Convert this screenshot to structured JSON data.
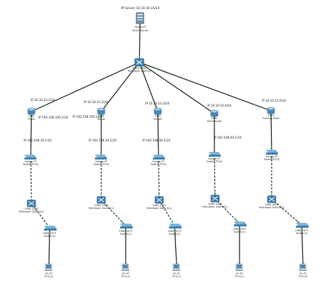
{
  "server": {
    "ip_label": "IP Server 10.10.10.15/24",
    "model": "Server-PT",
    "name": "DHCP Server"
  },
  "core": {
    "model": "3560-24PS",
    "name": "Multilayer Switch0"
  },
  "branches": [
    {
      "wan_ip": "IP 10.10.10.1/24",
      "lan_ip": "IP 192.168.100.1/24",
      "router_model": "1941",
      "router_name": "Pusat",
      "vlan_ip": "IP 192.168.10.1/24",
      "switch_model": "Switch-PT",
      "switch_name": "Switch-PT(0)",
      "ml_model": "3560-24PS",
      "ml_name": "Multilayer Switch(0)",
      "access_model": "2960-24TT",
      "access_name": "Switch(0)",
      "pc_model": "PC-PT",
      "pc_name": "PC1(0)"
    },
    {
      "wan_ip": "IP 10.10.10.2/24",
      "lan_ip": "IP 192.168.100.2/24",
      "router_model": "1941",
      "router_name": "Ngawi",
      "vlan_ip": "IP 192.168.20.1/24",
      "switch_model": "Switch-PT",
      "switch_name": "Switch-PT(0)",
      "ml_model": "3560-24PS",
      "ml_name": "Multilayer Switch(1)",
      "access_model": "2960-24TT",
      "access_name": "Switch(1)",
      "pc_model": "PC-PT",
      "pc_name": "PC1(2)"
    },
    {
      "wan_ip": "IP 10.10.10.3/24",
      "lan_ip": "IP 192.168.30.1/24",
      "router_model": "1941",
      "router_name": "Sragen",
      "vlan_ip": "",
      "switch_model": "Switch-PT",
      "switch_name": "Switch-PT(0)",
      "ml_model": "3560-24PS",
      "ml_name": "Multilayer Switch(1)",
      "access_model": "2960-24TT",
      "access_name": "Switch(1)",
      "pc_model": "PC-PT",
      "pc_name": "PC1(1)"
    },
    {
      "wan_ip": "IP 10.10.10.4/24",
      "lan_ip": "IP 192.168.40.1/24",
      "router_model": "1941",
      "router_name": "Kulonprogo",
      "vlan_ip": "",
      "switch_model": "Switch-PT",
      "switch_name": "Switch-PT(0)",
      "ml_model": "3560-24PS",
      "ml_name": "Multilayer Switch(2)",
      "access_model": "2960-24TT",
      "access_name": "Switch(2)",
      "pc_model": "PC-PT",
      "pc_name": "PC1(1)"
    },
    {
      "wan_ip": "IP 10.10.10.5/24",
      "lan_ip": "",
      "router_model": "1941",
      "router_name": "Gunung Kidul",
      "vlan_ip": "",
      "switch_model": "Switch-PT",
      "switch_name": "Switch-PT(0)",
      "ml_model": "3560-24PS",
      "ml_name": "Multilayer Switch(3)",
      "access_model": "2960-24TT",
      "access_name": "Switch(3)",
      "pc_model": "PC-PT",
      "pc_name": "PC1(3)"
    }
  ],
  "colors": {
    "link": "#111111",
    "port_up": "#22bb22",
    "router": "#4a87b5",
    "switch": "#3e7fb0",
    "server": "#6f8fa8"
  }
}
